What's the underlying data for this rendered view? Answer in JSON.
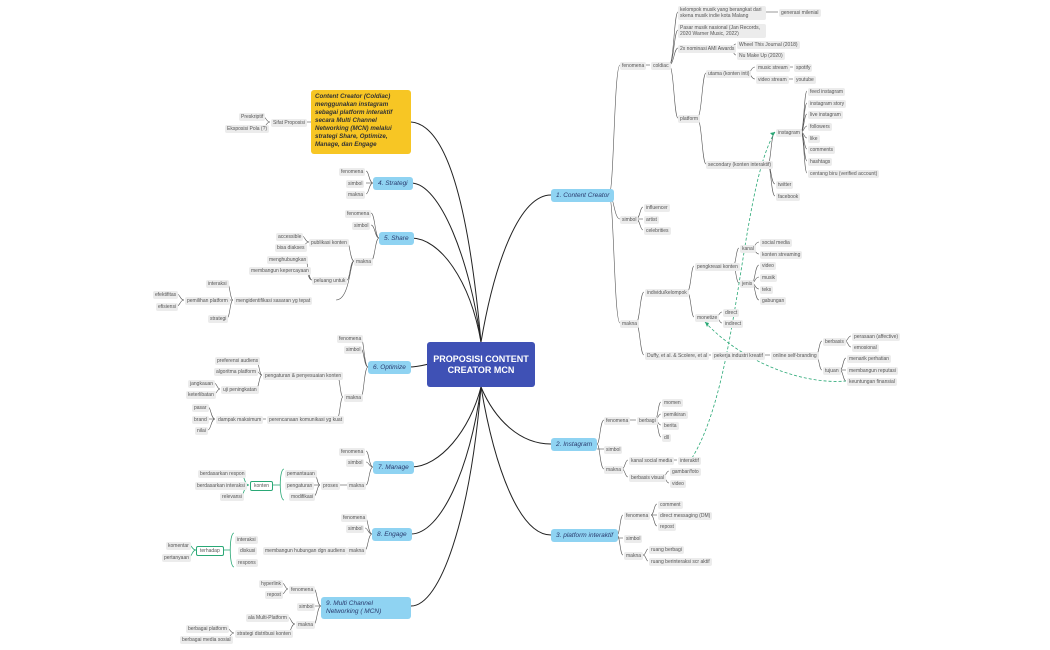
{
  "center": {
    "title": "PROPOSISI CONTENT CREATOR MCN"
  },
  "note": {
    "text": "Content Creator (Coldiac) menggunakan instagram sebagai platform interaktif secara  Multi Channel Networking (MCN) melalui strategi Share, Optimize, Manage, dan Engage",
    "sifat": "Sifat Proposisi",
    "preskriptif": "Preskriptif",
    "eksposisi": "Eksposisi Pola (?)"
  },
  "left": {
    "strategi": {
      "title": "4. Strategi",
      "fenomena": "fenomena",
      "simbol": "simbol",
      "makna": "makna"
    },
    "share": {
      "title": "5. Share",
      "fenomena": "fenomena",
      "simbol": "simbol",
      "makna": "makna",
      "publikasi": "publikasi konten",
      "accessible": "accessible",
      "bisa_diakses": "bisa diakses",
      "peluang": "peluang untuk",
      "menghubungkan": "menghubungkan",
      "membangun": "membangun kepercayaan",
      "mengidentifikasi": "mengidentifikasi sasaran yg tepat",
      "interaksi": "interaksi",
      "pemilihan": "pemilihan platform",
      "efektifitas": "efektifitas",
      "efisiensi": "efisiensi",
      "strategi": "strategi"
    },
    "optimize": {
      "title": "6. Optimize",
      "fenomena": "fenomena",
      "simbol": "simbol",
      "makna": "makna",
      "pengaturan": "pengaturan & penyesuaian konten",
      "preferensi": "preferensi audiens",
      "algoritma": "algoritma platform",
      "uji": "uji peningkatan",
      "jangkauan": "jangkauan",
      "keterlibatan": "keterlibatan",
      "perencanaan": "perencanaan komunikasi yg kuat",
      "dampak": "dampak maksimum",
      "pasar": "pasar",
      "brand": "brand",
      "nilai": "nilai"
    },
    "manage": {
      "title": "7. Manage",
      "fenomena": "fenomena",
      "simbol": "simbol",
      "makna": "makna",
      "proses": "proses",
      "pemantauan": "pemantauan",
      "pengaturan": "pengaturan",
      "modifikasi": "modifikasi",
      "konten": "konten",
      "respon": "berdasarkan respon",
      "interaksi": "berdasarkan interaksi",
      "relevansi": "relevansi"
    },
    "engage": {
      "title": "8. Engage",
      "fenomena": "fenomena",
      "simbol": "simbol",
      "makna": "makna",
      "membangun": "membangun hubungan dgn audiens",
      "interaksi": "interaksi",
      "diskusi": "diskusi",
      "respons": "respons",
      "terhadap": "terhadap",
      "komentar": "komentar",
      "pertanyaan": "pertanyaan"
    },
    "mcn": {
      "title": "9. Multi Channel Networking ( MCN)",
      "fenomena": "fenomena",
      "simbol": "simbol",
      "makna": "makna",
      "hyperlink": "hyperlink",
      "repost": "repost",
      "ala": "ala Multi-Platform",
      "strategi": "strategi distribusi konten",
      "berbagai_platform": "berbagai platform",
      "berbagai_media": "berbagai media sosial"
    }
  },
  "right": {
    "cc": {
      "title": "1. Content Creator",
      "fenomena": "fenomena",
      "coldiac": "coldiac",
      "kelompok": "kelompok musik yang berangkat dari skena musik indie kota Malang",
      "generasi": "generasi milenial",
      "pasar": "Pasar musik nasional (Jan Records, 2020 Warner Music, 2022)",
      "ami": "2x nominasi AMI Awards",
      "ami1": "Wheel This Journal (2018)",
      "ami2": "Nu Make Up (2020)",
      "platform": "platform",
      "utama": "utama (konten inti)",
      "music_stream": "music stream",
      "spotify": "spotify",
      "video_stream": "video stream",
      "youtube": "youtube",
      "secondary": "secondary (konten interaktif)",
      "instagram": "instagram",
      "ig_items": [
        "feed instagram",
        "instagram story",
        "live instagram",
        "followers",
        "like",
        "comments",
        "hashtags",
        "centang biru (verified account)"
      ],
      "twitter": "twitter",
      "facebook": "facebook",
      "simbol": "simbol",
      "influencer": "influencer",
      "artist": "artist",
      "celebrities": "celebrities",
      "makna": "makna",
      "individu": "individu/kelompok",
      "pengkreasi": "pengkreasi konten",
      "kanal": "kanal",
      "sosmed": "social media",
      "streaming": "konten streaming",
      "jenis": "jenis",
      "jenis_items": [
        "video",
        "musik",
        "teks",
        "gabungan"
      ],
      "monetize": "monetize",
      "direct": "direct",
      "indirect": "indirect",
      "duffy": "Duffy, et al. & Scolere, et al",
      "pekerja": "pekerja industri kreatif",
      "online": "online self-branding",
      "berbasis": "berbasis",
      "perasaan": "perasaan (affective)",
      "emosional": "emosional",
      "tujuan": "tujuan",
      "menarik": "menarik perhatian",
      "reputasi": "membangun reputasi",
      "finansial": "keuntungan finansial"
    },
    "ig": {
      "title": "2. Instagram",
      "fenomena": "fenomena",
      "berbagi": "berbagi",
      "berbagi_items": [
        "momen",
        "pemikiran",
        "berita",
        "dll"
      ],
      "simbol": "simbol",
      "makna": "makna",
      "kanal": "kanal social media",
      "interaktif": "interaktif",
      "visual": "berbasis visual",
      "gambar": "gambar/foto",
      "video": "video"
    },
    "pi": {
      "title": "3. platform interaktif",
      "fenomena": "fenomena",
      "items": [
        "comment",
        "direct messaging (DM)",
        "repost"
      ],
      "simbol": "simbol",
      "makna": "makna",
      "ruang1": "ruang berbagi",
      "ruang2": "ruang berinteraksi scr aktif"
    }
  }
}
